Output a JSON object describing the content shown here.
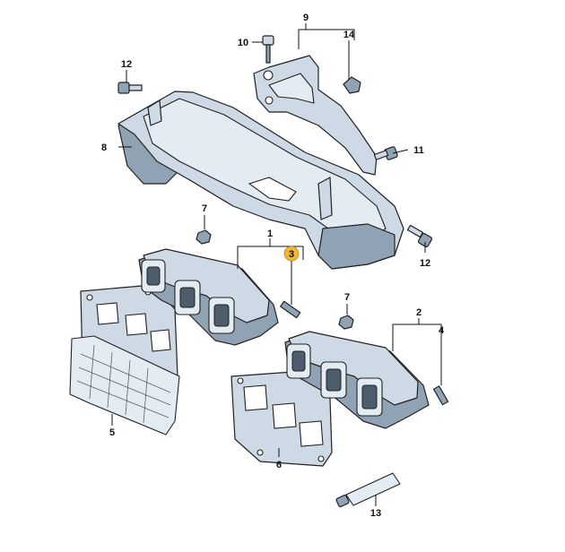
{
  "diagram": {
    "callouts": [
      {
        "id": "c1",
        "label": "1"
      },
      {
        "id": "c2",
        "label": "2"
      },
      {
        "id": "c3",
        "label": "3",
        "highlighted": true,
        "highlight_color": "#f2b632"
      },
      {
        "id": "c4",
        "label": "4"
      },
      {
        "id": "c5",
        "label": "5"
      },
      {
        "id": "c6",
        "label": "6"
      },
      {
        "id": "c7a",
        "label": "7"
      },
      {
        "id": "c7b",
        "label": "7"
      },
      {
        "id": "c8",
        "label": "8"
      },
      {
        "id": "c9",
        "label": "9"
      },
      {
        "id": "c10",
        "label": "10"
      },
      {
        "id": "c11",
        "label": "11"
      },
      {
        "id": "c12a",
        "label": "12"
      },
      {
        "id": "c12b",
        "label": "12"
      },
      {
        "id": "c13",
        "label": "13"
      },
      {
        "id": "c14",
        "label": "14"
      }
    ],
    "colors": {
      "part_fill": "#cdd9e4",
      "part_shadow": "#8fa3b5",
      "highlight": "#f2b632"
    }
  }
}
